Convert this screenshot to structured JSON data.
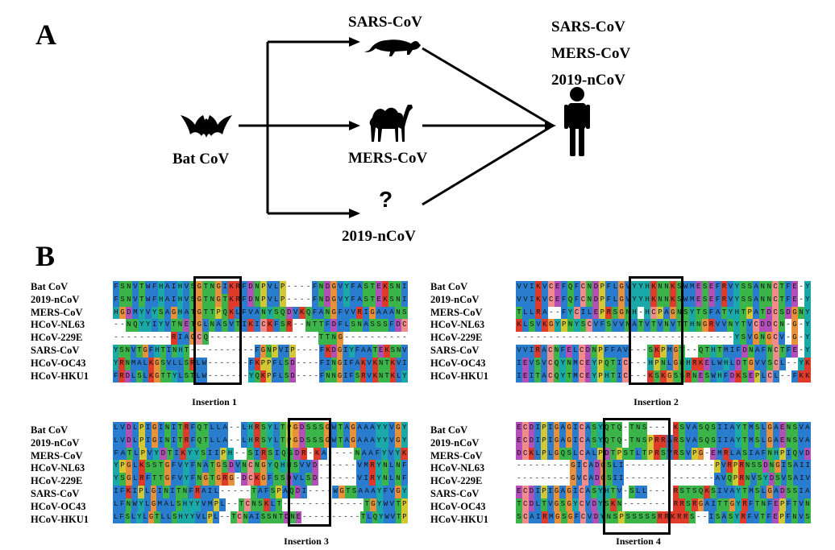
{
  "panel_a": {
    "letter": "A",
    "source_label": "Bat CoV",
    "intermediates": [
      "SARS-CoV",
      "MERS-CoV",
      "2019-nCoV"
    ],
    "unknown_host_symbol": "?",
    "human_labels": [
      "SARS-CoV",
      "MERS-CoV",
      "2019-nCoV"
    ]
  },
  "panel_b": {
    "letter": "B",
    "sequence_names": [
      "Bat CoV",
      "2019-nCoV",
      "MERS-CoV",
      "HCoV-NL63",
      "HCoV-229E",
      "SARS-CoV",
      "HCoV-OC43",
      "HCoV-HKU1"
    ],
    "alignments": [
      {
        "caption": "Insertion 1",
        "rows": [
          "FSNVTWFHAIHVSGTNGIKRFDNPVLP----FNDGVYFASTEKSNI",
          "FSNVTWFHAIHVSGTNGTKRFDNPVLP----FNDGVYFASTEKSNI",
          "HGDMYVYSAGHATGTTPQKLFVANYSQDVKQFANGFVVRIGAAANS",
          "--NQYYIYVTNETGLNASVTIKICKFSR--NTTFDFLSNASSSFDC",
          "---------RIAGCQ-----------------TTNG----------",
          "YSNVTGFHTINHT-----------FGNPVIP----FKDGIYFAATEKSNV",
          "YRNMALKGSVLLSRLW-------FKPPFLSD----FINGIFAKVKNTKVI",
          "FRDLSLKGTTYLSTLW-------YQKPFLSD----FNNGIFSRVKNTKLY"
        ]
      },
      {
        "caption": "Insertion 2",
        "rows": [
          "VVIKVCEFQFCNDPFLGVYYHKNNKSWMESEFRVYSSANNCTFE-Y",
          "VVIKVCEFQFCNDPFLGVYYHKNNKSWMESEFRVYSSANNCTFE-Y",
          "TLLRA--FYCILEPRSGNH-HCPAGNSYTSFATYHTPATDCSDGNY",
          "KLSVKGYPNYSCVFSVVNATVTVNVTTHNGRVVNYTVCDDCN-G-Y",
          "----------------------------------YSVGNGCV-G-Y",
          "VVIRACNFELCDNPFFAV---SKPMGT--QTHTMIFDNAFNCTFE-Y",
          "IEVSVCQYNMCEYPQTIC---HPNLGNHRKELWHLDTGVVSCL--YK",
          "IEITACQYTMCEYPHTIC---KSKGSSRNESWHFDKSEPLCL--FKK"
        ]
      },
      {
        "caption": "Insertion 3",
        "rows": [
          "LVDLPIGINITRFQTLLA--LHRSYLTPGDSSSGWTAGAAAYYVGY",
          "LVDLPIGINITRFQTLLA--LHRSYLTPGDSSSGWTAGAAAYYVGY",
          "FATLPVYDTIKYYSIIPH--SIRSIQSDR-KA----NAAFYVYK",
          "YPGLKSSTGFVYFNATGSDVNCNGYQHNSVVD------VMRYNLNF",
          "YSGLRFTTGFVYFNGTGRG-DCKGFSSDVLSD------VIRYNLNF",
          "IFKIPLGINITNFRAIL-----TAFSPAQDI----WGTSAAAYFVGY",
          "LFNWYLGMALSHYYVMPL--TCNSKLT-------------TGYWVTP",
          "LFSLYLGTLLSHYYVLPL--TCNAISSNTDNE----------TLQYWVTP"
        ]
      },
      {
        "caption": "Insertion 4",
        "rows": [
          "ECDIPIGAGICASYQTQ-TNS----KSVASQSIIAYTMSLGAENSVA",
          "ECDIPIGAGICASYQTQ-TNSPRRARSVASQSIIAYTMSLGAENSVA",
          "DCKLPLGQSLCALPDTPSTLTPRSVRSVPG-EMRLASIAFNHPIQVD",
          "---------GICADGSLI---------------PVRPRNSSDNGISAII",
          "---------GVCADGSII---------------AVQPRNVSYDSVSAIV",
          "ECDIPIGAGICASYHTV-SLL----RSTSQKSIVAYTMSLGADSSIA",
          "TCDLTVGSGYCVDYSKN--------RRSRGAITTGYRFTNFEPFTVN",
          "SCAIRMGSGFCVDYNSPSSSSSRRKRRS--ISASYRFVTFEPFNVS"
        ]
      }
    ]
  }
}
